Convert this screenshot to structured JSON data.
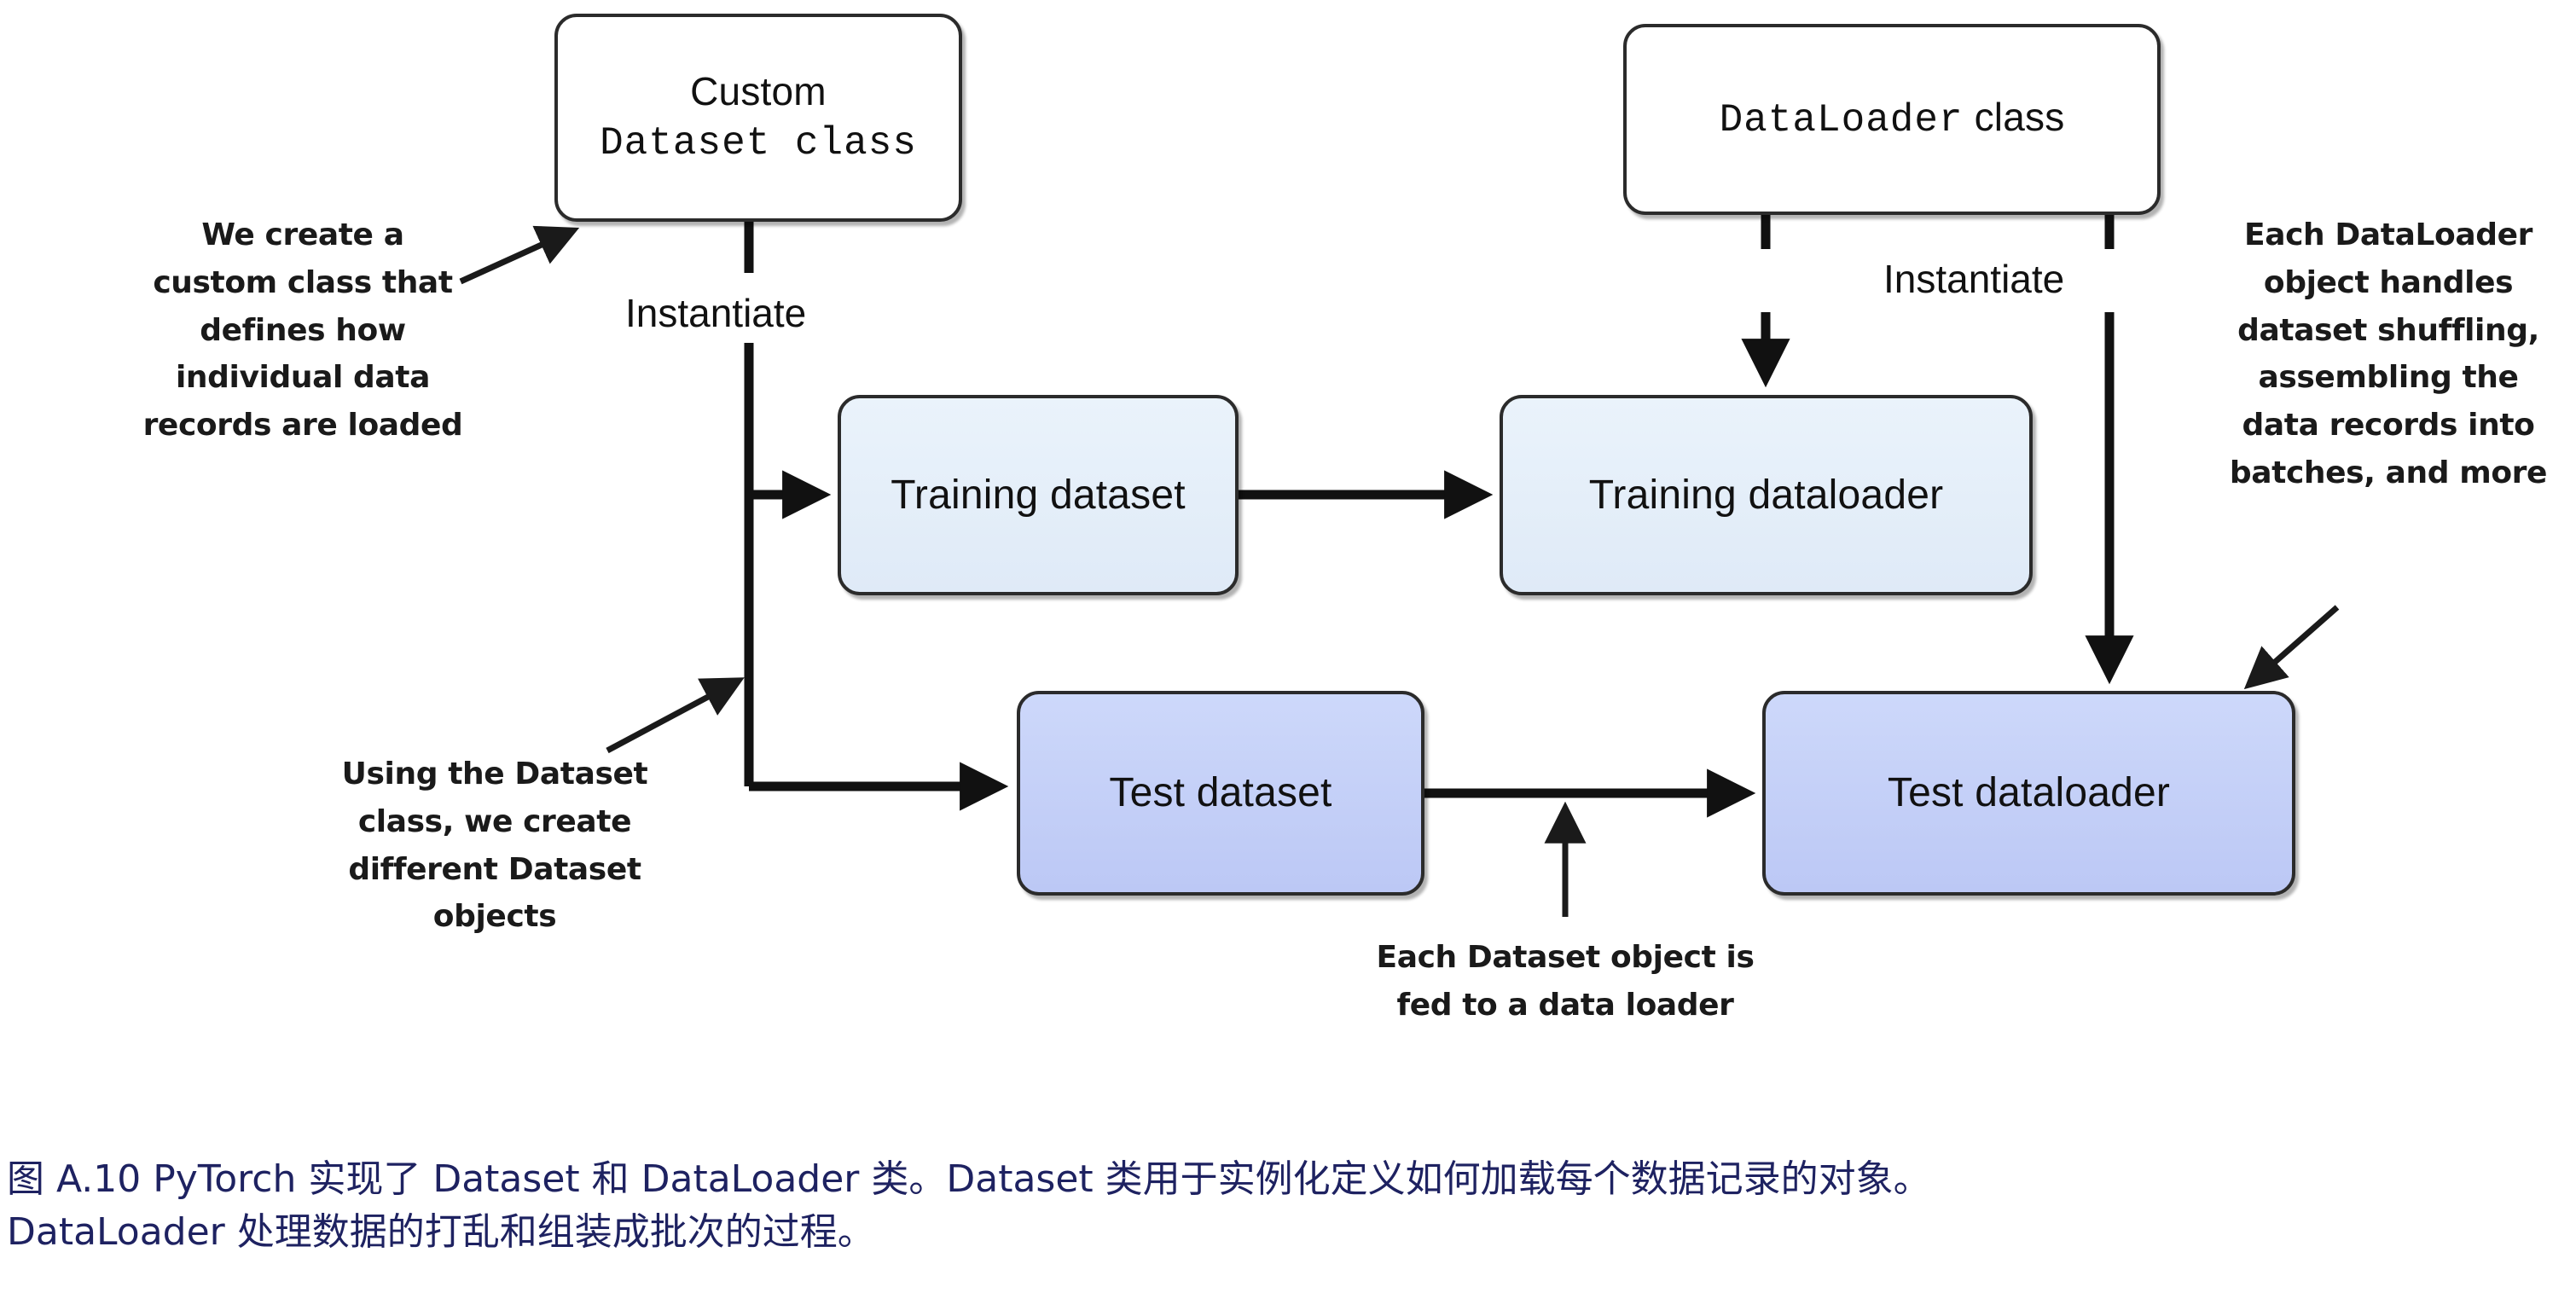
{
  "figure": {
    "nodes": {
      "custom_dataset_class": {
        "line1": "Custom",
        "line2": "Dataset class",
        "fill": "#ffffff"
      },
      "dataloader_class": {
        "line1": "DataLoader",
        "line2": " class",
        "fill": "#ffffff"
      },
      "training_dataset": {
        "label": "Training dataset",
        "fill": "#e3eef9"
      },
      "training_dataloader": {
        "label": "Training dataloader",
        "fill": "#e3eef9"
      },
      "test_dataset": {
        "label": "Test dataset",
        "fill": "#c4d0f7"
      },
      "test_dataloader": {
        "label": "Test dataloader",
        "fill": "#c4d0f7"
      }
    },
    "edge_labels": {
      "instantiate_left": "Instantiate",
      "instantiate_right": "Instantiate"
    },
    "callouts": {
      "create_class": "We create a\ncustom class that\ndefines how\nindividual data\nrecords are loaded",
      "using_dataset": "Using the Dataset\nclass, we create\ndifferent Dataset\nobjects",
      "dataloader_handles": "Each DataLoader\nobject handles\ndataset shuffling,\nassembling the\ndata records into\nbatches, and more",
      "fed_to_loader": "Each Dataset object is\nfed to a data loader"
    },
    "caption": "图 A.10 PyTorch 实现了 Dataset 和 DataLoader 类。Dataset 类用于实例化定义如何加载每个数据记录的对象。\nDataLoader 处理数据的打乱和组装成批次的过程。",
    "colors": {
      "stroke": "#2b2b2b",
      "arrow": "#111111",
      "light_box": "#e3eef9",
      "mid_box": "#c4d0f7",
      "caption_text": "#1e2261",
      "callout_text": "#1a1a1a"
    }
  }
}
